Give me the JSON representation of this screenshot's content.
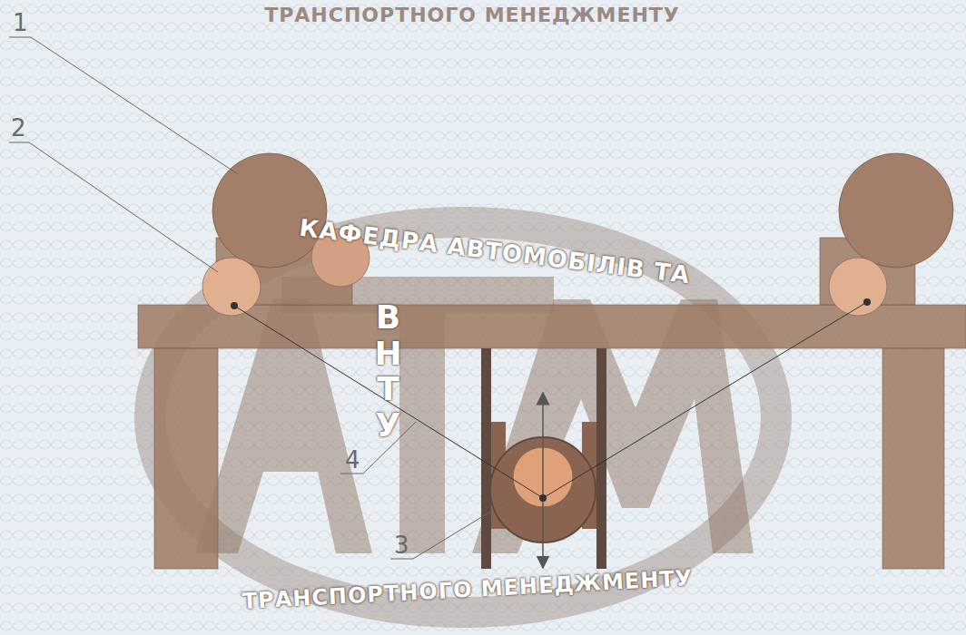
{
  "diagram": {
    "labels": [
      "ТРАНСПОРТНОГО МЕНЕДЖМЕНТУ",
      "1",
      "2",
      "КАФЕДРА АВТОМОБІЛІВ ТА",
      "ВНТУ",
      "4",
      "3",
      "ТРАНСПОРТНОГО МЕНЕДЖМЕНТУ"
    ]
  }
}
